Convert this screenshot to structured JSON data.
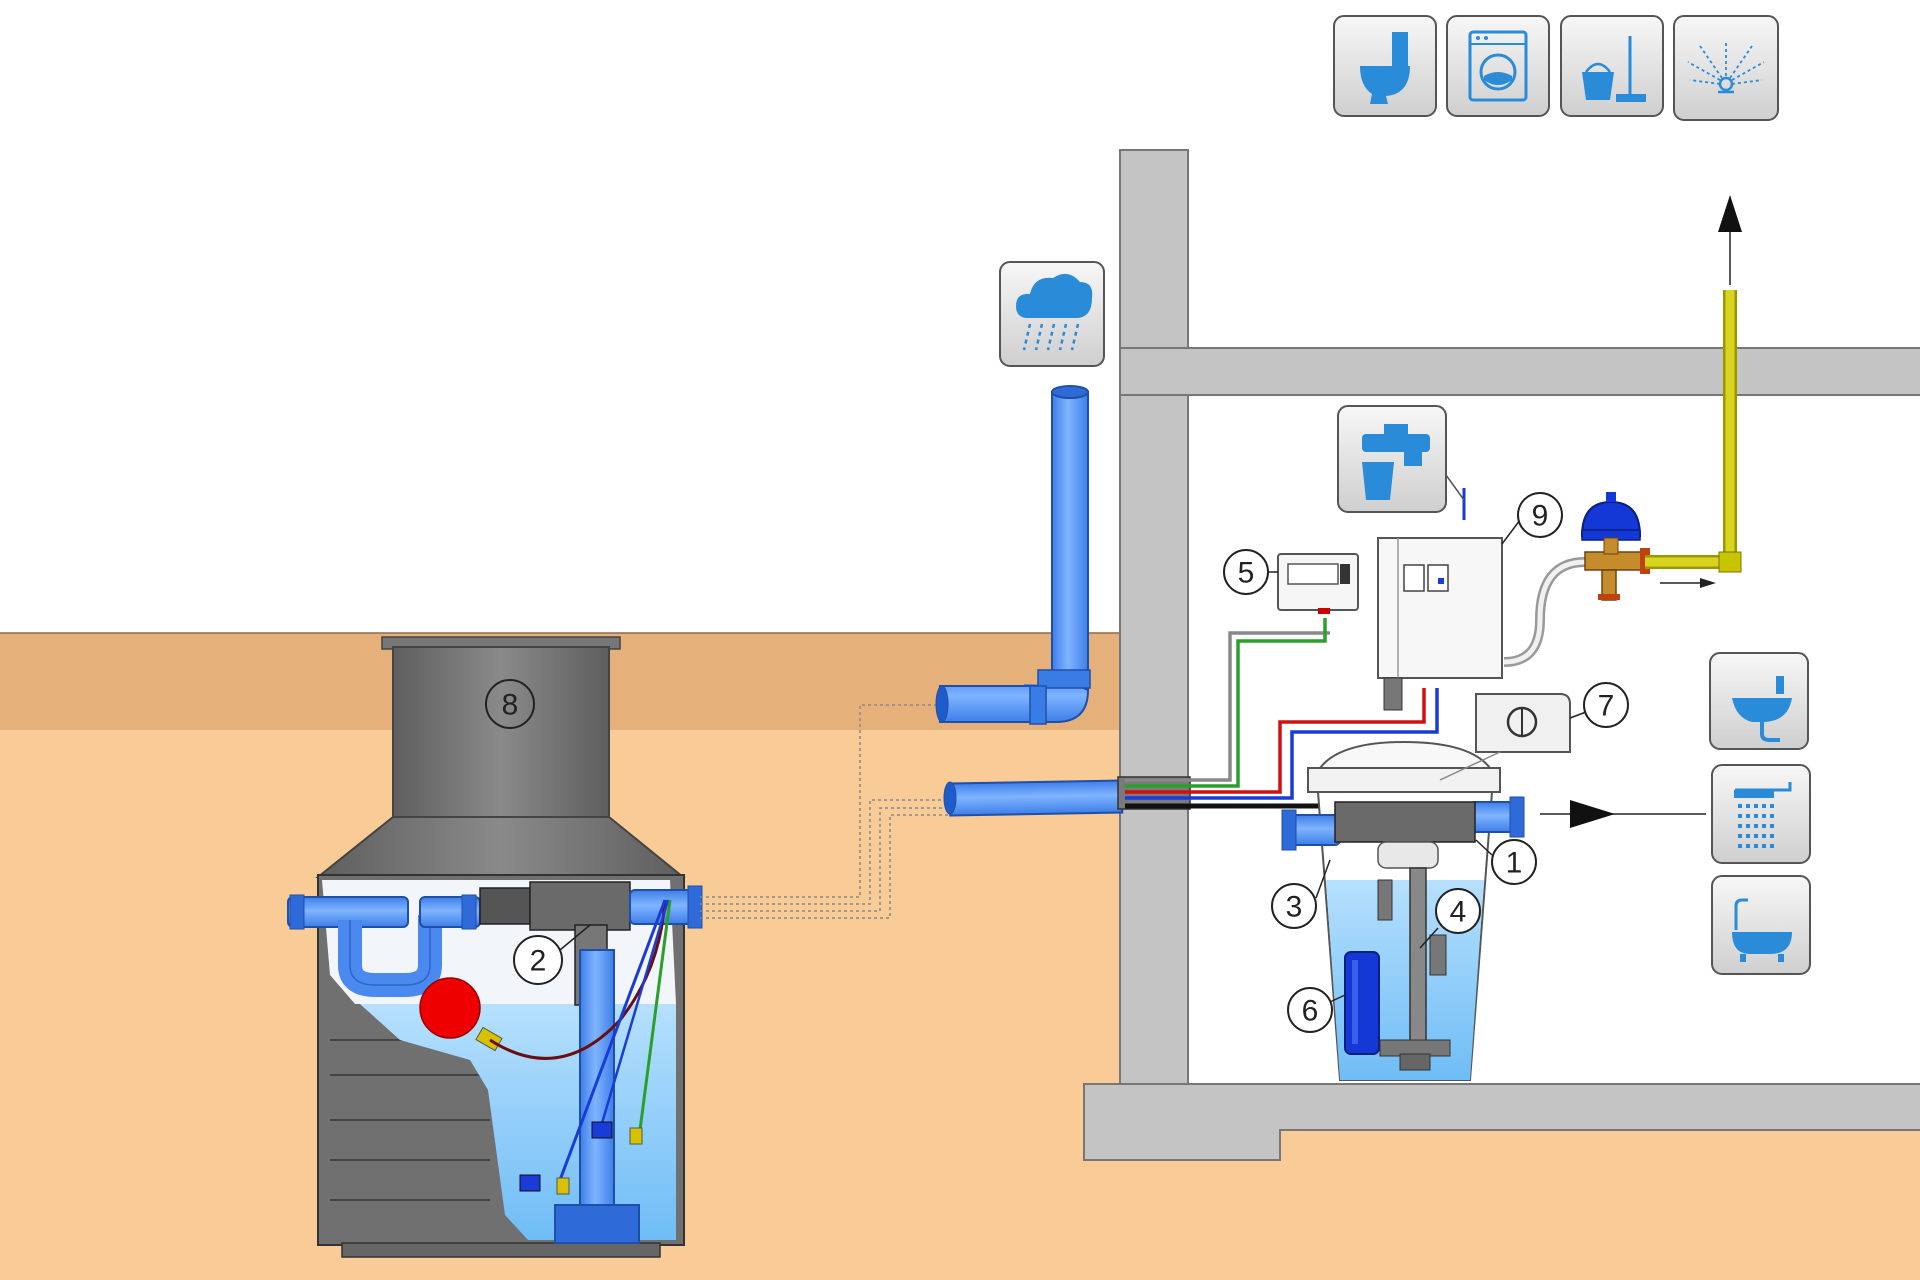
{
  "colors": {
    "sky": "#ffffff",
    "topsoil": "#e6b07a",
    "soil": "#f9cb97",
    "wall": "#c4c4c4",
    "rain_pipe": "#5b9cf7",
    "water": "#8ecdfa",
    "tank_dark": "#6d6d6d",
    "yellow_pipe": "#c7c400",
    "float_red": "#ee0000",
    "pump_blue": "#1438d6",
    "cable_red": "#d01010",
    "cable_green": "#2aa02a",
    "cable_blue": "#1a3bd8"
  },
  "icons": {
    "rain": "rain-cloud-icon",
    "tap": "tap-with-glass-icon",
    "toilet": "toilet-icon",
    "washing_machine": "washing-machine-icon",
    "cleaning": "bucket-and-mop-icon",
    "garden": "sprinkler-icon",
    "sink": "wash-basin-icon",
    "shower": "shower-icon",
    "bathtub": "bathtub-icon"
  },
  "labels": {
    "n1": "1",
    "n2": "2",
    "n3": "3",
    "n4": "4",
    "n5": "5",
    "n6": "6",
    "n7": "7",
    "n8": "8",
    "n9": "9"
  }
}
